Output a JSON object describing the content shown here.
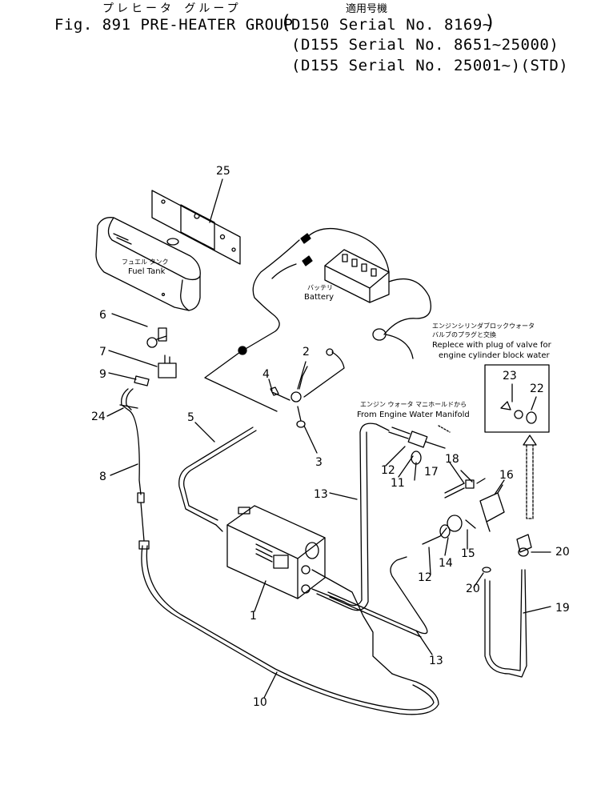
{
  "header": {
    "jp_title": "プレヒータ グループ",
    "jp_applicable": "適用号機",
    "fig_title": "Fig. 891 PRE-HEATER GROUP",
    "paren_open": "(",
    "paren_close": ")",
    "serials": [
      "D150 Serial No. 8169~",
      "(D155 Serial No. 8651~25000)",
      "(D155 Serial No. 25001~)(STD)"
    ]
  },
  "labels": {
    "fuel_tank_jp": "フュエル タンク",
    "fuel_tank": "Fuel Tank",
    "battery_jp": "バッテリ",
    "battery": "Battery",
    "engine_block_jp_1": "エンジンシリンダブロックウォータ",
    "engine_block_jp_2": "バルブのプラグと交換",
    "engine_block_1": "Replece with plug of valve for",
    "engine_block_2": "engine cylinder block water",
    "manifold_jp": "エンジン ウォータ マニホールドから",
    "manifold": "From Engine Water Manifold"
  },
  "parts": {
    "p1": "1",
    "p2": "2",
    "p3": "3",
    "p4": "4",
    "p5": "5",
    "p6": "6",
    "p7": "7",
    "p8": "8",
    "p9": "9",
    "p10": "10",
    "p11": "11",
    "p12a": "12",
    "p12b": "12",
    "p13a": "13",
    "p13b": "13",
    "p14": "14",
    "p15": "15",
    "p16": "16",
    "p17": "17",
    "p18": "18",
    "p19": "19",
    "p20a": "20",
    "p20b": "20",
    "p22": "22",
    "p23": "23",
    "p24": "24",
    "p25": "25"
  },
  "colors": {
    "ink": "#000000",
    "paper": "#ffffff"
  }
}
